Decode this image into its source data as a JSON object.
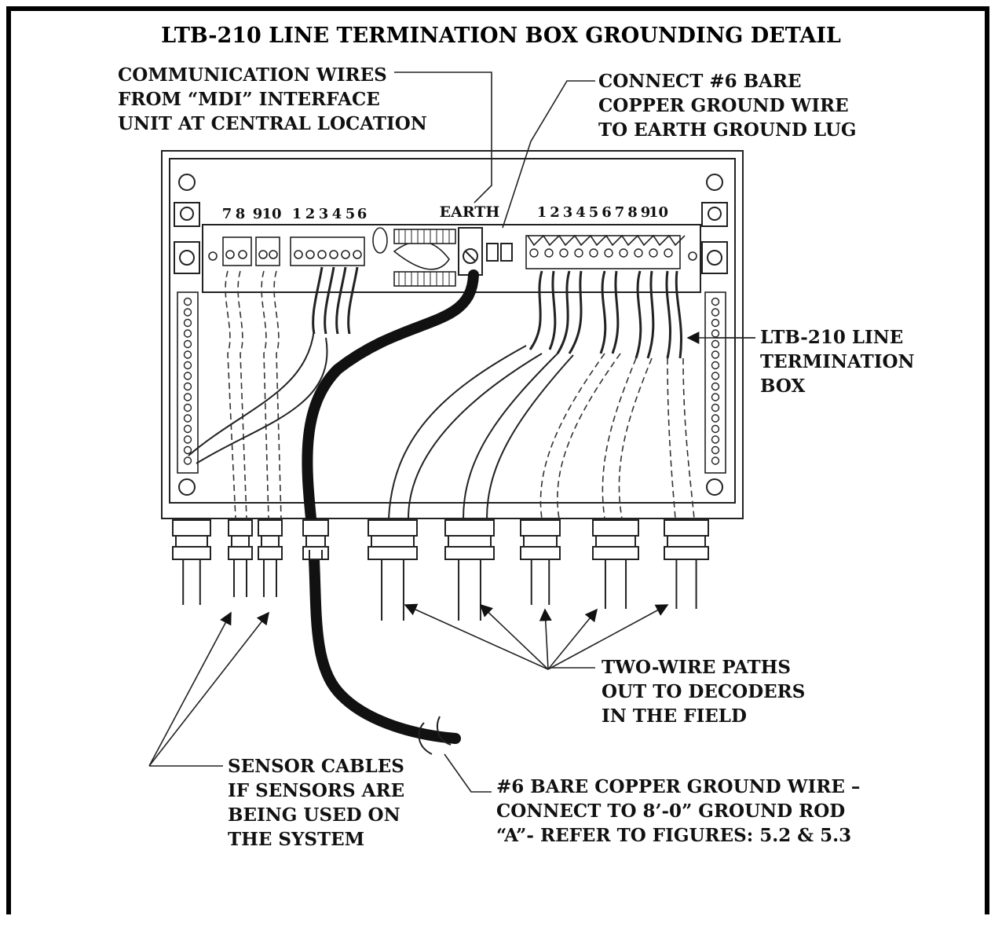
{
  "title": "LTB-210 LINE TERMINATION BOX GROUNDING DETAIL",
  "labels": {
    "comm_wires": [
      "COMMUNICATION WIRES",
      "FROM “MDI” INTERFACE",
      "UNIT AT CENTRAL LOCATION"
    ],
    "connect_ground": [
      "CONNECT #6 BARE",
      "COPPER GROUND WIRE",
      "TO EARTH GROUND LUG"
    ],
    "ltb_box": [
      "LTB-210 LINE",
      "TERMINATION",
      "BOX"
    ],
    "two_wire": [
      "TWO-WIRE PATHS",
      "OUT TO DECODERS",
      "IN THE FIELD"
    ],
    "sensor_cables": [
      "SENSOR CABLES",
      "IF SENSORS ARE",
      "BEING USED ON",
      "THE SYSTEM"
    ],
    "ground_wire": [
      "#6 BARE COPPER GROUND WIRE –",
      "CONNECT TO 8’-0” GROUND ROD",
      "“A”- REFER TO FIGURES: 5.2 & 5.3"
    ]
  },
  "box": {
    "earth_label": "EARTH",
    "left_terminals": [
      "7",
      "8",
      "9",
      "10",
      "1",
      "2",
      "3",
      "4",
      "5",
      "6"
    ],
    "right_terminals": [
      "1",
      "2",
      "3",
      "4",
      "5",
      "6",
      "7",
      "8",
      "9",
      "10"
    ]
  },
  "colors": {
    "ink": "#111111",
    "background": "#ffffff"
  }
}
